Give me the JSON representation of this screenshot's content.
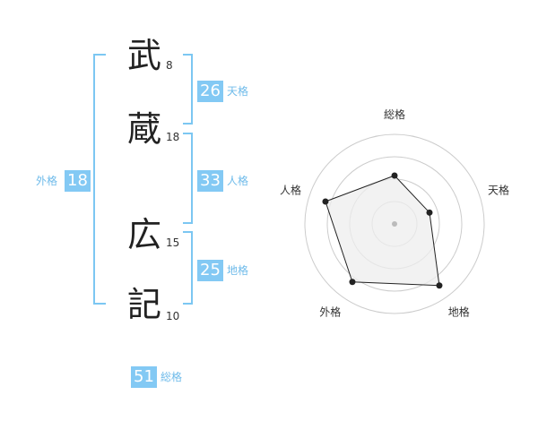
{
  "name": {
    "chars": [
      {
        "char": "武",
        "strokes": "8"
      },
      {
        "char": "蔵",
        "strokes": "18"
      },
      {
        "char": "広",
        "strokes": "15"
      },
      {
        "char": "記",
        "strokes": "10"
      }
    ]
  },
  "fortunes": {
    "tenkaku": {
      "label": "天格",
      "value": "26"
    },
    "jinkaku": {
      "label": "人格",
      "value": "33"
    },
    "chikaku": {
      "label": "地格",
      "value": "25"
    },
    "gaikaku": {
      "label": "外格",
      "value": "18"
    },
    "soukaku": {
      "label": "総格",
      "value": "51"
    }
  },
  "chart_data": {
    "type": "radar",
    "axes": [
      "総格",
      "天格",
      "地格",
      "外格",
      "人格"
    ],
    "values": [
      0.54,
      0.41,
      0.85,
      0.8,
      0.81
    ],
    "range": [
      0,
      1
    ],
    "rings": 4,
    "colors": {
      "fill": "#eeeeee",
      "line": "#222222",
      "grid": "#cccccc",
      "center": "#bbbbbb"
    }
  }
}
